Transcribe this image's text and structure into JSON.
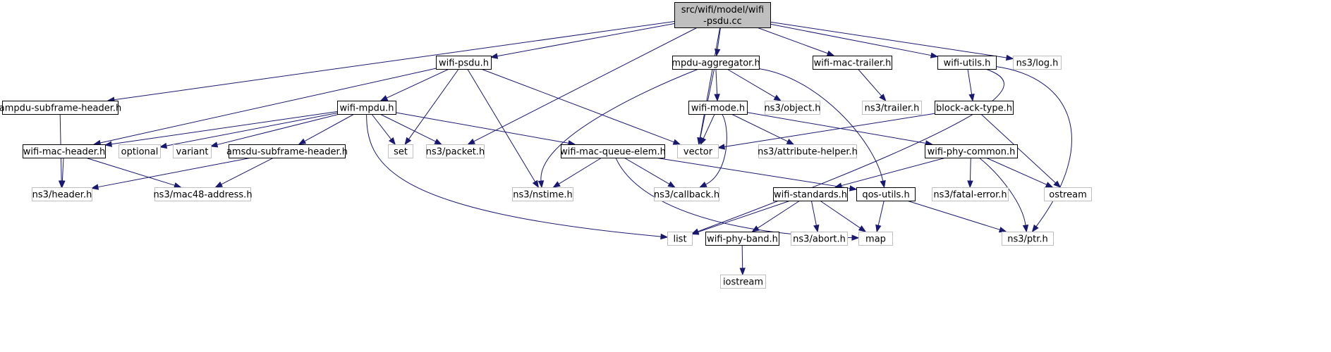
{
  "diagram": {
    "type": "include-dependency-graph",
    "colors": {
      "root_fill": "#bfbfbf",
      "node_border_dark": "#000000",
      "node_border_gray": "#bfbfbf",
      "edge": "#191970"
    },
    "nodes": [
      {
        "id": "root",
        "lines": [
          "src/wifi/model/wifi",
          "-psdu.cc"
        ],
        "style": "root"
      },
      {
        "id": "wifi_psdu",
        "lines": [
          "wifi-psdu.h"
        ],
        "style": "dark"
      },
      {
        "id": "mpdu_aggregator",
        "lines": [
          "mpdu-aggregator.h"
        ],
        "style": "dark"
      },
      {
        "id": "wifi_mac_trailer",
        "lines": [
          "wifi-mac-trailer.h"
        ],
        "style": "dark"
      },
      {
        "id": "wifi_utils",
        "lines": [
          "wifi-utils.h"
        ],
        "style": "dark"
      },
      {
        "id": "ns3_log",
        "lines": [
          "ns3/log.h"
        ],
        "style": "gray"
      },
      {
        "id": "ampdu_subframe_header",
        "lines": [
          "ampdu-subframe-header.h"
        ],
        "style": "dark"
      },
      {
        "id": "wifi_mpdu",
        "lines": [
          "wifi-mpdu.h"
        ],
        "style": "dark"
      },
      {
        "id": "wifi_mode",
        "lines": [
          "wifi-mode.h"
        ],
        "style": "dark"
      },
      {
        "id": "ns3_object",
        "lines": [
          "ns3/object.h"
        ],
        "style": "gray"
      },
      {
        "id": "ns3_trailer",
        "lines": [
          "ns3/trailer.h"
        ],
        "style": "gray"
      },
      {
        "id": "block_ack_type",
        "lines": [
          "block-ack-type.h"
        ],
        "style": "dark"
      },
      {
        "id": "wifi_mac_header",
        "lines": [
          "wifi-mac-header.h"
        ],
        "style": "dark"
      },
      {
        "id": "optional",
        "lines": [
          "optional"
        ],
        "style": "gray"
      },
      {
        "id": "variant",
        "lines": [
          "variant"
        ],
        "style": "gray"
      },
      {
        "id": "amsdu_subframe_header",
        "lines": [
          "amsdu-subframe-header.h"
        ],
        "style": "dark"
      },
      {
        "id": "set",
        "lines": [
          "set"
        ],
        "style": "gray"
      },
      {
        "id": "ns3_packet",
        "lines": [
          "ns3/packet.h"
        ],
        "style": "gray"
      },
      {
        "id": "wifi_mac_queue_elem",
        "lines": [
          "wifi-mac-queue-elem.h"
        ],
        "style": "dark"
      },
      {
        "id": "vector",
        "lines": [
          "vector"
        ],
        "style": "gray"
      },
      {
        "id": "ns3_attribute_helper",
        "lines": [
          "ns3/attribute-helper.h"
        ],
        "style": "gray"
      },
      {
        "id": "wifi_phy_common",
        "lines": [
          "wifi-phy-common.h"
        ],
        "style": "dark"
      },
      {
        "id": "ns3_header",
        "lines": [
          "ns3/header.h"
        ],
        "style": "gray"
      },
      {
        "id": "ns3_mac48_address",
        "lines": [
          "ns3/mac48-address.h"
        ],
        "style": "gray"
      },
      {
        "id": "ns3_nstime",
        "lines": [
          "ns3/nstime.h"
        ],
        "style": "gray"
      },
      {
        "id": "ns3_callback",
        "lines": [
          "ns3/callback.h"
        ],
        "style": "gray"
      },
      {
        "id": "wifi_standards",
        "lines": [
          "wifi-standards.h"
        ],
        "style": "dark"
      },
      {
        "id": "qos_utils",
        "lines": [
          "qos-utils.h"
        ],
        "style": "dark"
      },
      {
        "id": "ns3_fatal_error",
        "lines": [
          "ns3/fatal-error.h"
        ],
        "style": "gray"
      },
      {
        "id": "ostream",
        "lines": [
          "ostream"
        ],
        "style": "gray"
      },
      {
        "id": "list",
        "lines": [
          "list"
        ],
        "style": "gray"
      },
      {
        "id": "wifi_phy_band",
        "lines": [
          "wifi-phy-band.h"
        ],
        "style": "dark"
      },
      {
        "id": "ns3_abort",
        "lines": [
          "ns3/abort.h"
        ],
        "style": "gray"
      },
      {
        "id": "map",
        "lines": [
          "map"
        ],
        "style": "gray"
      },
      {
        "id": "ns3_ptr",
        "lines": [
          "ns3/ptr.h"
        ],
        "style": "gray"
      },
      {
        "id": "iostream",
        "lines": [
          "iostream"
        ],
        "style": "gray"
      }
    ],
    "edges": [
      [
        "root",
        "wifi_psdu"
      ],
      [
        "root",
        "mpdu_aggregator"
      ],
      [
        "root",
        "wifi_mac_trailer"
      ],
      [
        "root",
        "wifi_utils"
      ],
      [
        "root",
        "ns3_log"
      ],
      [
        "root",
        "ampdu_subframe_header"
      ],
      [
        "root",
        "ns3_packet"
      ],
      [
        "root",
        "vector"
      ],
      [
        "wifi_psdu",
        "wifi_mpdu"
      ],
      [
        "wifi_psdu",
        "wifi_mac_header"
      ],
      [
        "wifi_psdu",
        "set"
      ],
      [
        "wifi_psdu",
        "ns3_nstime"
      ],
      [
        "wifi_psdu",
        "vector"
      ],
      [
        "mpdu_aggregator",
        "wifi_mode"
      ],
      [
        "mpdu_aggregator",
        "ns3_object"
      ],
      [
        "mpdu_aggregator",
        "vector"
      ],
      [
        "mpdu_aggregator",
        "ns3_nstime"
      ],
      [
        "mpdu_aggregator",
        "qos_utils"
      ],
      [
        "wifi_mac_trailer",
        "ns3_trailer"
      ],
      [
        "wifi_utils",
        "block_ack_type"
      ],
      [
        "wifi_utils",
        "list"
      ],
      [
        "wifi_utils",
        "ns3_ptr"
      ],
      [
        "ampdu_subframe_header",
        "ns3_header"
      ],
      [
        "wifi_mpdu",
        "wifi_mac_header"
      ],
      [
        "wifi_mpdu",
        "optional"
      ],
      [
        "wifi_mpdu",
        "variant"
      ],
      [
        "wifi_mpdu",
        "amsdu_subframe_header"
      ],
      [
        "wifi_mpdu",
        "set"
      ],
      [
        "wifi_mpdu",
        "ns3_packet"
      ],
      [
        "wifi_mpdu",
        "wifi_mac_queue_elem"
      ],
      [
        "wifi_mpdu",
        "list"
      ],
      [
        "wifi_mode",
        "vector"
      ],
      [
        "wifi_mode",
        "ns3_attribute_helper"
      ],
      [
        "wifi_mode",
        "wifi_phy_common"
      ],
      [
        "wifi_mode",
        "ns3_callback"
      ],
      [
        "block_ack_type",
        "vector"
      ],
      [
        "block_ack_type",
        "ostream"
      ],
      [
        "wifi_mac_header",
        "ns3_header"
      ],
      [
        "wifi_mac_header",
        "ns3_mac48_address"
      ],
      [
        "amsdu_subframe_header",
        "ns3_header"
      ],
      [
        "amsdu_subframe_header",
        "ns3_mac48_address"
      ],
      [
        "wifi_mac_queue_elem",
        "ns3_nstime"
      ],
      [
        "wifi_mac_queue_elem",
        "ns3_callback"
      ],
      [
        "wifi_mac_queue_elem",
        "map"
      ],
      [
        "wifi_mac_queue_elem",
        "qos_utils"
      ],
      [
        "wifi_phy_common",
        "wifi_standards"
      ],
      [
        "wifi_phy_common",
        "ns3_fatal_error"
      ],
      [
        "wifi_phy_common",
        "ostream"
      ],
      [
        "wifi_phy_common",
        "ns3_ptr"
      ],
      [
        "wifi_standards",
        "list"
      ],
      [
        "wifi_standards",
        "wifi_phy_band"
      ],
      [
        "wifi_standards",
        "ns3_abort"
      ],
      [
        "wifi_standards",
        "map"
      ],
      [
        "qos_utils",
        "map"
      ],
      [
        "qos_utils",
        "ns3_ptr"
      ],
      [
        "wifi_phy_band",
        "iostream"
      ]
    ]
  }
}
